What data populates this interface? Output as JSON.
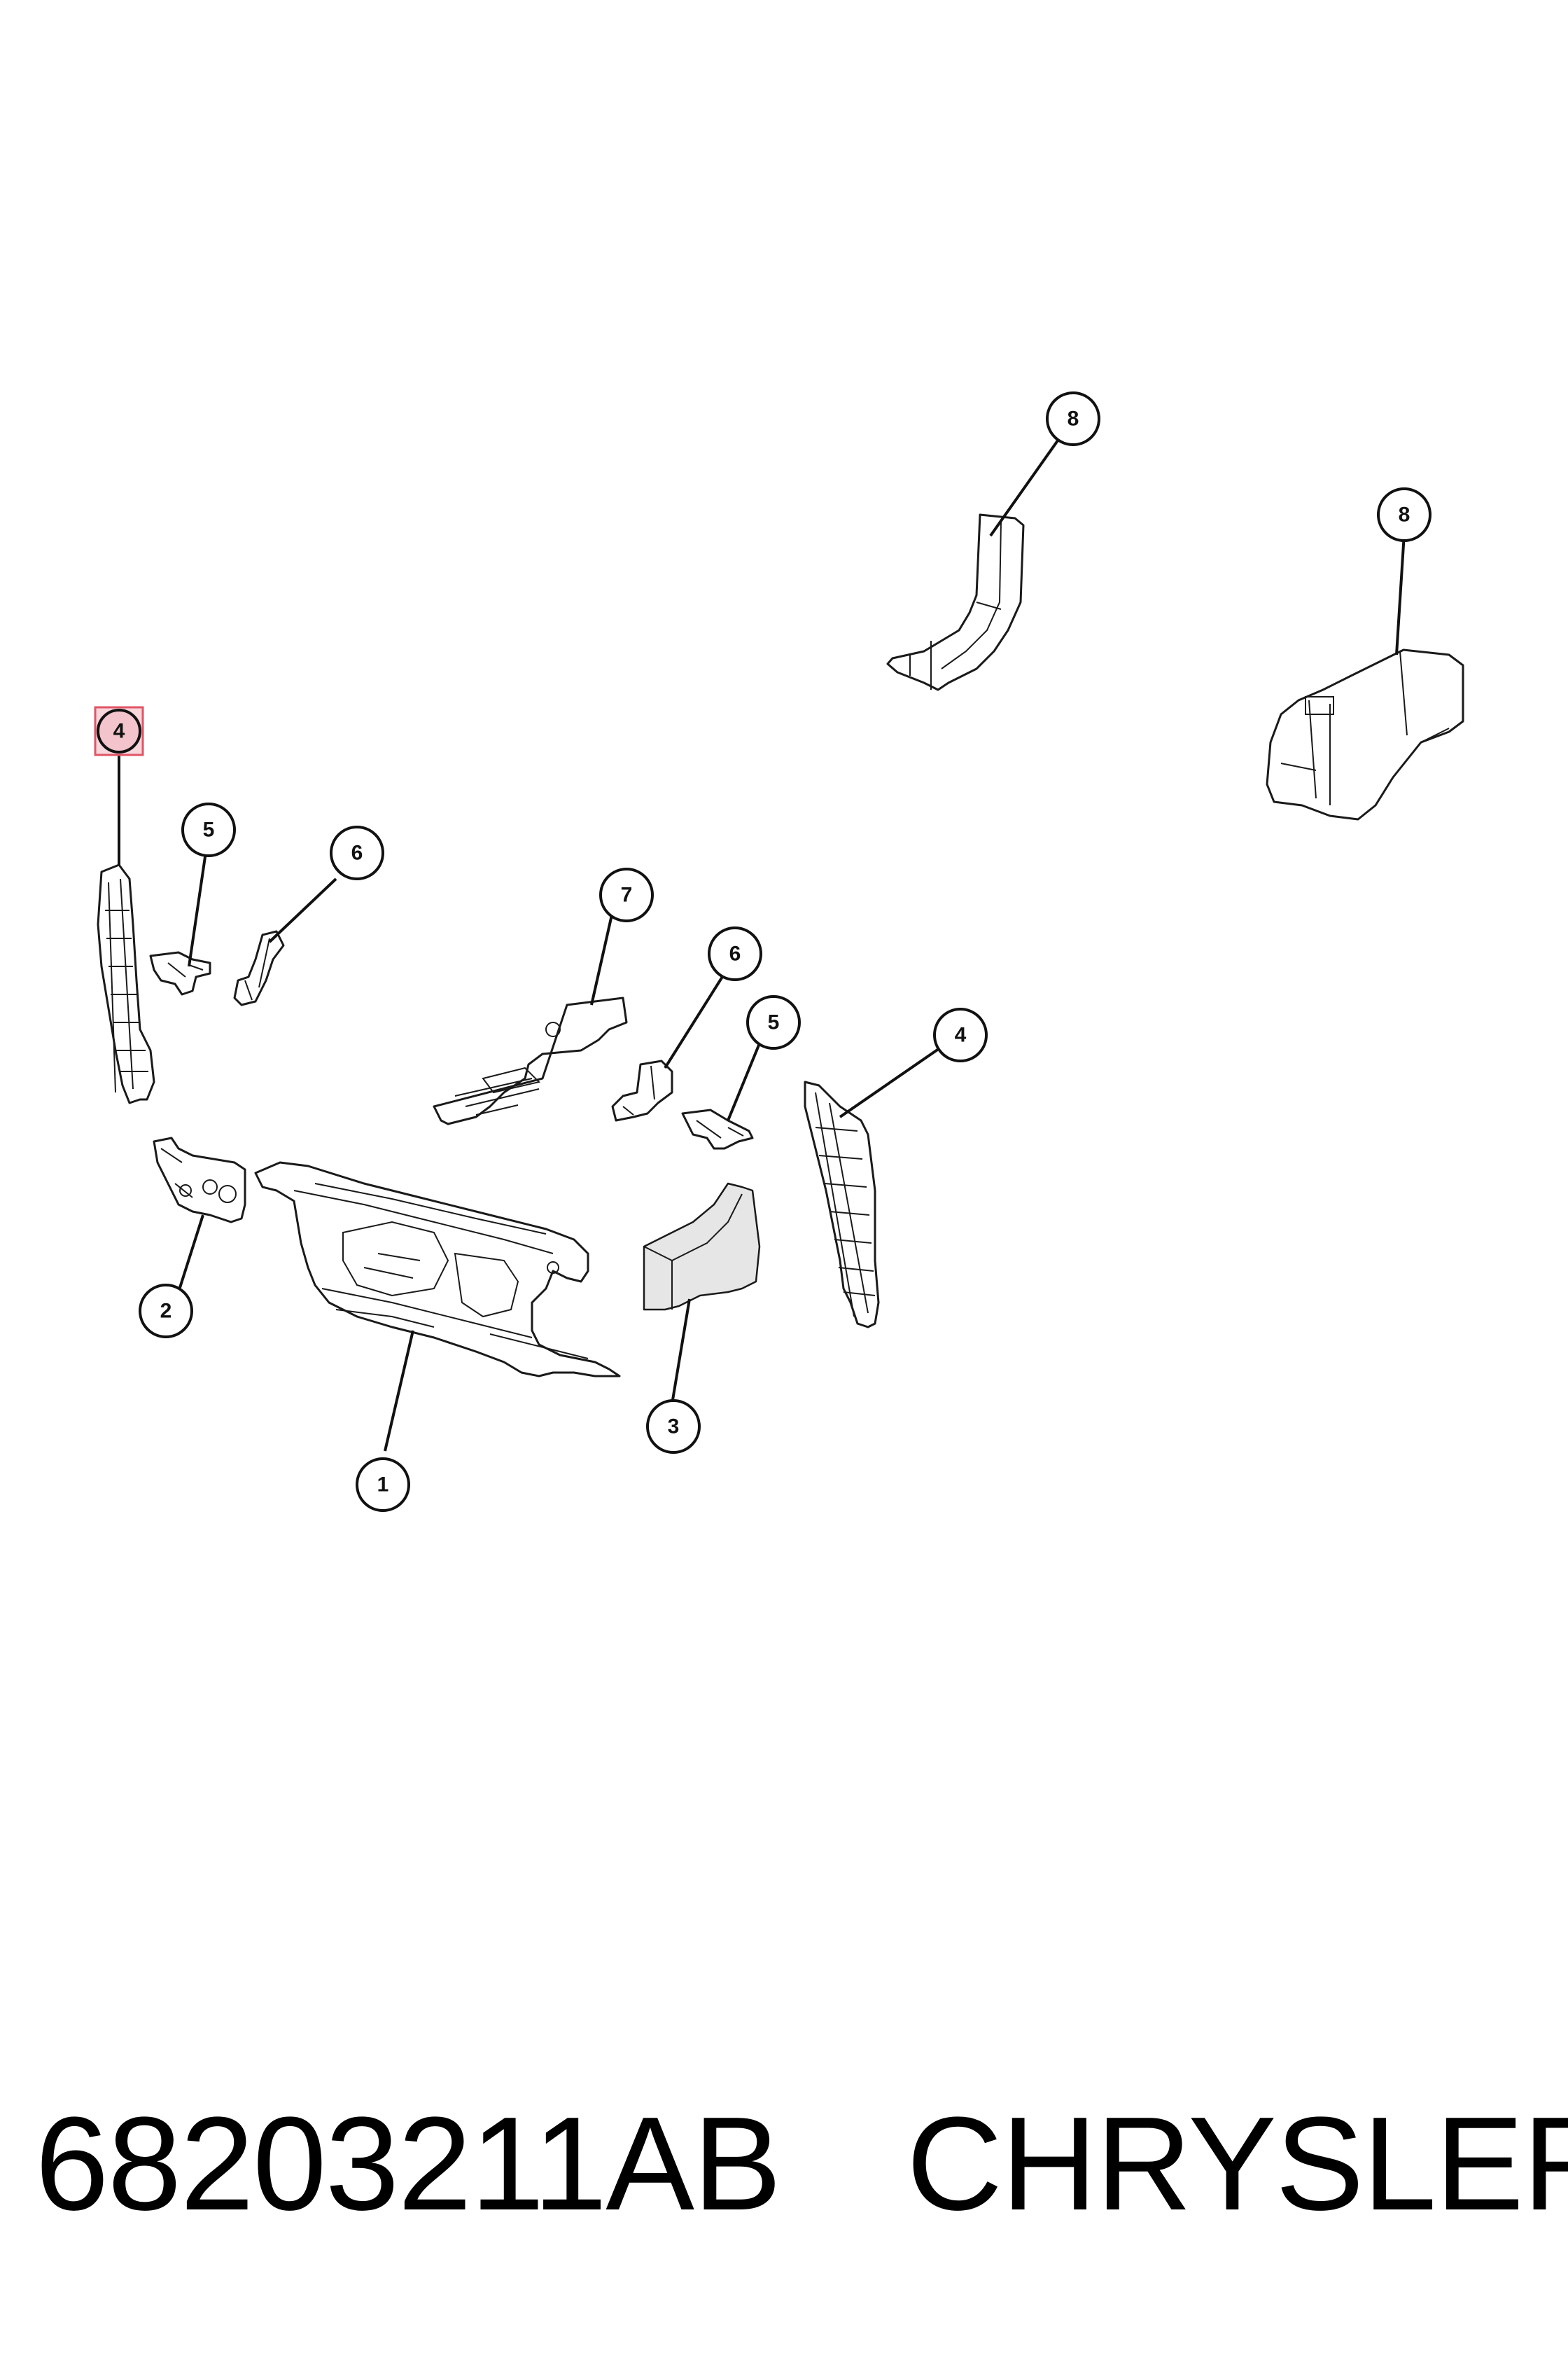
{
  "diagram": {
    "callouts": [
      {
        "id": "c8a",
        "label": "8"
      },
      {
        "id": "c8b",
        "label": "8"
      },
      {
        "id": "c4a",
        "label": "4",
        "highlighted": true
      },
      {
        "id": "c5a",
        "label": "5"
      },
      {
        "id": "c6a",
        "label": "6"
      },
      {
        "id": "c7",
        "label": "7"
      },
      {
        "id": "c6b",
        "label": "6"
      },
      {
        "id": "c5b",
        "label": "5"
      },
      {
        "id": "c4b",
        "label": "4"
      },
      {
        "id": "c2",
        "label": "2"
      },
      {
        "id": "c1",
        "label": "1"
      },
      {
        "id": "c3",
        "label": "3"
      }
    ],
    "highlight_color": "#e05566"
  },
  "footer": {
    "part_number": "68203211AB",
    "brand": "CHRYSLER"
  }
}
